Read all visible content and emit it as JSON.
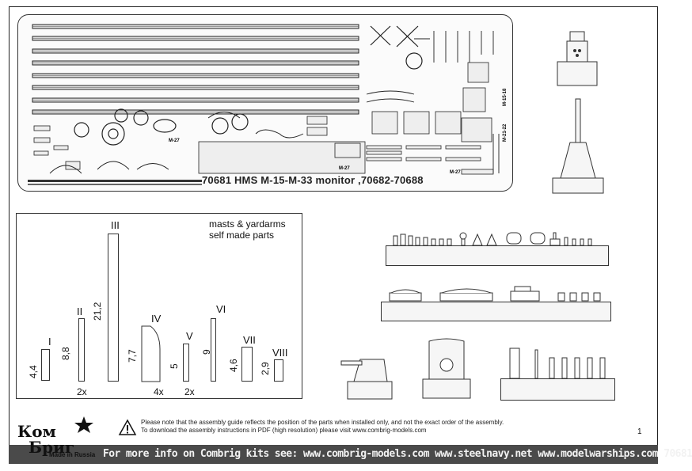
{
  "fret": {
    "caption": "70681 HMS M-15-M-33 monitor ,70682-70688",
    "labels": [
      "M-27",
      "M-27",
      "M-27",
      "M-21-22",
      "M-15-18"
    ]
  },
  "masts": {
    "title_line1": "masts & yardarms",
    "title_line2": "self made parts",
    "parts": [
      {
        "roman": "I",
        "dim": "4,4",
        "qty": ""
      },
      {
        "roman": "II",
        "dim": "8,8",
        "qty": "2x"
      },
      {
        "roman": "III",
        "dim": "21,2",
        "qty": ""
      },
      {
        "roman": "IV",
        "dim": "7,7",
        "qty": "4x"
      },
      {
        "roman": "V",
        "dim": "5",
        "qty": "2x"
      },
      {
        "roman": "VI",
        "dim": "9",
        "qty": ""
      },
      {
        "roman": "VII",
        "dim": "4,6",
        "qty": ""
      },
      {
        "roman": "VIII",
        "dim": "2,9",
        "qty": ""
      }
    ]
  },
  "notice": {
    "line1": "Please note that the assembly guide reflects the position of the parts when installed only, and not the exact order of the assembly.",
    "line2": "To download the assembly instructions in PDF (high resolution) please visit www.combrig-models.com",
    "icon": "warning-triangle-icon"
  },
  "page_number": "1",
  "logo": {
    "brand_line1": "Ком",
    "brand_line2": "Бриг",
    "made_in": "Made in Russia",
    "icon": "star-icon"
  },
  "footer": {
    "text": "For more info on Combrig kits see: www.combrig-models.com www.steelnavy.net  www.modelwarships.com  70681"
  }
}
